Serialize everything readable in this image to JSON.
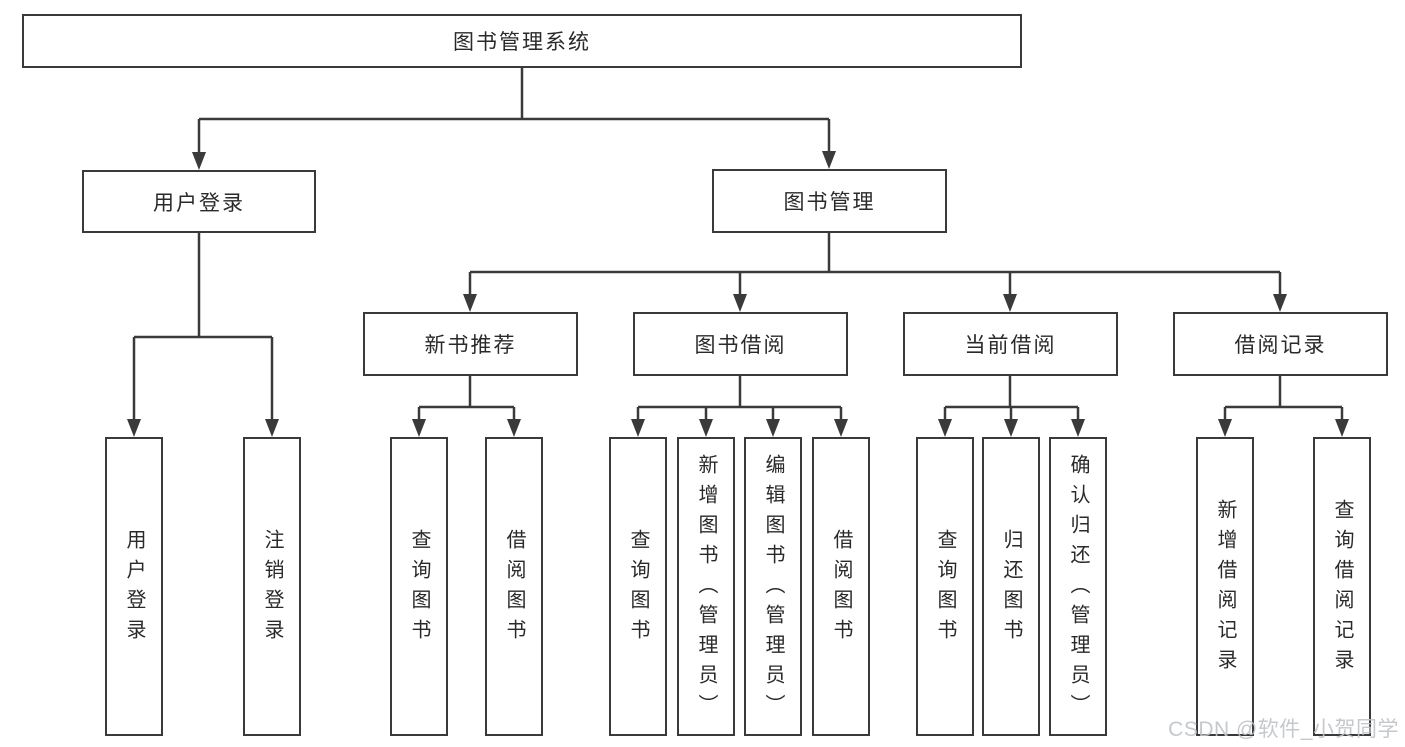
{
  "diagram_type": "hierarchy-tree",
  "colors": {
    "line": "#3a3a3a",
    "box_border": "#3a3a3a",
    "text": "#2a2a2a",
    "background": "#ffffff",
    "watermark": "#bfc3c7"
  },
  "tree": {
    "root": {
      "label": "图书管理系统",
      "children": [
        {
          "label": "用户登录",
          "children": [
            {
              "label": "用户登录"
            },
            {
              "label": "注销登录"
            }
          ]
        },
        {
          "label": "图书管理",
          "children": [
            {
              "label": "新书推荐",
              "children": [
                {
                  "label": "查询图书"
                },
                {
                  "label": "借阅图书"
                }
              ]
            },
            {
              "label": "图书借阅",
              "children": [
                {
                  "label": "查询图书"
                },
                {
                  "label": "新增图书（管理员）"
                },
                {
                  "label": "编辑图书（管理员）"
                },
                {
                  "label": "借阅图书"
                }
              ]
            },
            {
              "label": "当前借阅",
              "children": [
                {
                  "label": "查询图书"
                },
                {
                  "label": "归还图书"
                },
                {
                  "label": "确认归还（管理员）"
                }
              ]
            },
            {
              "label": "借阅记录",
              "children": [
                {
                  "label": "新增借阅记录"
                },
                {
                  "label": "查询借阅记录"
                }
              ]
            }
          ]
        }
      ]
    }
  },
  "watermark": {
    "text": "CSDN @软件_小贺同学"
  }
}
